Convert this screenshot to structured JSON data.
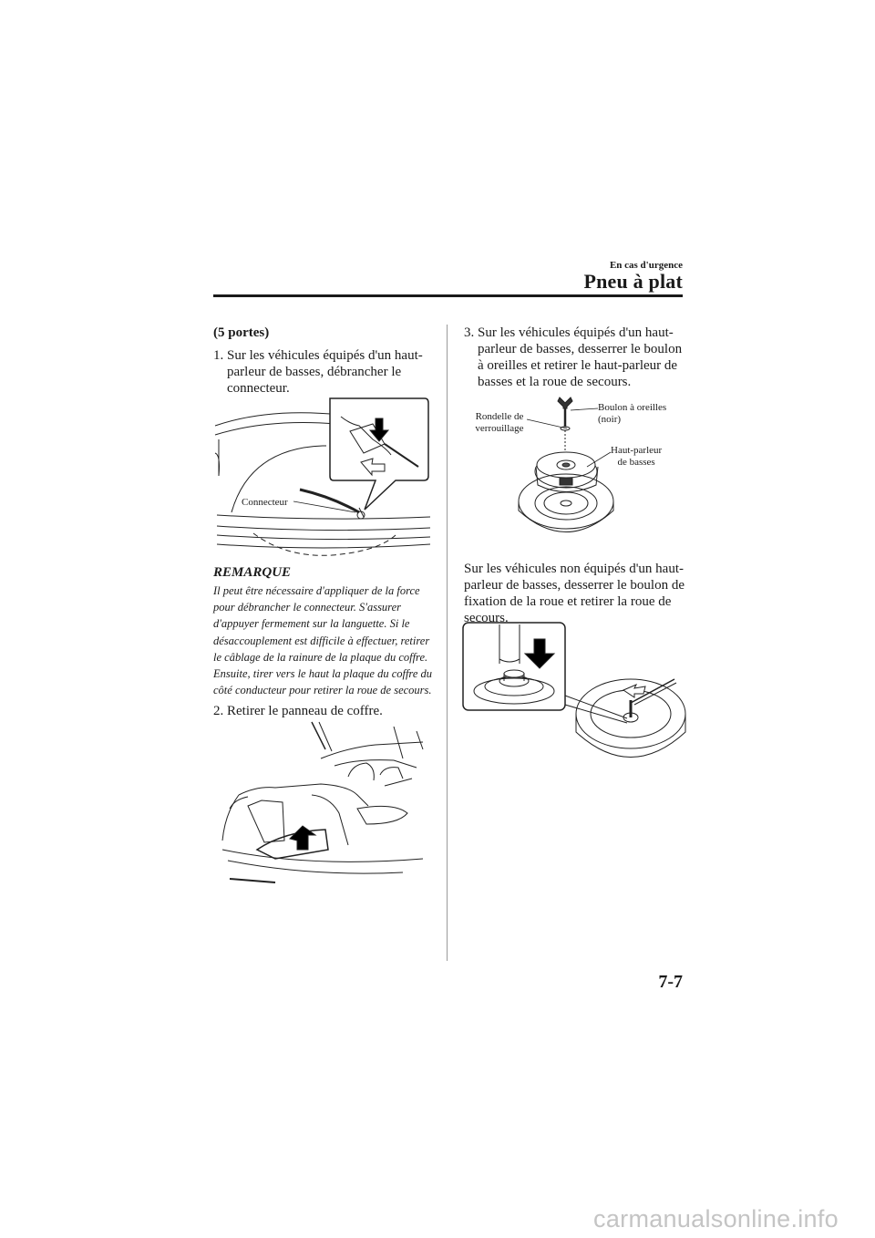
{
  "header": {
    "section_label": "En cas d'urgence",
    "section_title": "Pneu à plat"
  },
  "left": {
    "subheading": "(5 portes)",
    "step1_num": "1.",
    "step1_text": "Sur les véhicules équipés d'un haut-parleur de basses, débrancher le connecteur.",
    "fig1_callout_connector": "Connecteur",
    "note_title": "REMARQUE",
    "note_body": "Il peut être nécessaire d'appliquer de la force pour débrancher le connecteur. S'assurer d'appuyer fermement sur la languette. Si le désaccouplement est difficile à effectuer, retirer le câblage de la rainure de la plaque du coffre. Ensuite, tirer vers le haut la plaque du coffre du côté conducteur pour retirer la roue de secours.",
    "step2_num": "2.",
    "step2_text": "Retirer le panneau de coffre."
  },
  "right": {
    "step3_num": "3.",
    "step3_text": "Sur les véhicules équipés d'un haut-parleur de basses, desserrer le boulon à oreilles et retirer le haut-parleur de basses et la roue de secours.",
    "fig3_callout_washer_1": "Rondelle de",
    "fig3_callout_washer_2": "verrouillage",
    "fig3_callout_bolt_1": "Boulon à oreilles",
    "fig3_callout_bolt_2": "(noir)",
    "fig3_callout_speaker_1": "Haut-parleur",
    "fig3_callout_speaker_2": "de basses",
    "para_no_sub": "Sur les véhicules non équipés d'un haut-parleur de basses, desserrer le boulon de fixation de la roue et retirer la roue de secours."
  },
  "footer": {
    "page_number": "7-7",
    "watermark": "carmanualsonline.info"
  }
}
